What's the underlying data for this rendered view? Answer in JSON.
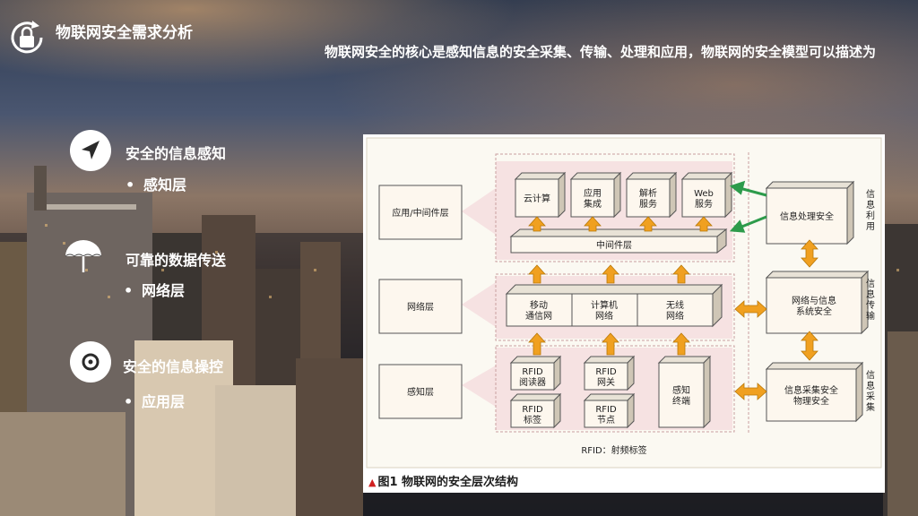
{
  "slide": {
    "title": "物联网安全需求分析",
    "intro": "物联网安全的核心是感知信息的安全采集、传输、处理和应用，物联网的安全模型可以描述为"
  },
  "features": [
    {
      "icon": "navigation-arrow-icon",
      "head": "安全的信息感知",
      "sub": "感知层"
    },
    {
      "icon": "umbrella-icon",
      "head": "可靠的数据传送",
      "sub": "网络层"
    },
    {
      "icon": "disc-icon",
      "head": "安全的信息操控",
      "sub": "应用层"
    }
  ],
  "diagram": {
    "layers": [
      "应用/中间件层",
      "网络层",
      "感知层"
    ],
    "app_boxes": [
      "云计算",
      "应用\n集成",
      "解析\n服务",
      "Web\n服务"
    ],
    "middleware": "中间件层",
    "net_boxes": [
      "移动\n通信网",
      "计算机\n网络",
      "无线\n网络"
    ],
    "sense_boxes": [
      "RFID\n阅读器",
      "RFID\n网关",
      "RFID\n标签",
      "RFID\n节点",
      "感知\n终端"
    ],
    "security_boxes": [
      "信息处理安全",
      "网络与信息\n系统安全",
      "信息采集安全\n物理安全"
    ],
    "security_labels": [
      "信息利用",
      "信息传输",
      "信息采集"
    ],
    "note": "RFID：射频标签",
    "caption": "图1  物联网的安全层次结构"
  },
  "colors": {
    "accent_orange": "#f0a020",
    "accent_green": "#2d9b4b",
    "box_fill": "#fdf7ee",
    "pink_band": "#f6e2e2"
  }
}
